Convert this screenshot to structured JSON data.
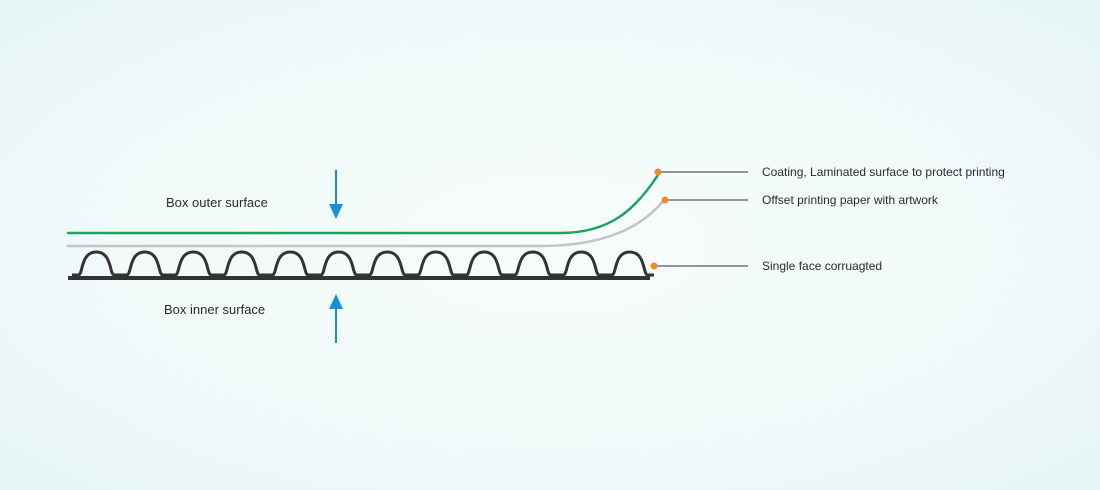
{
  "labels": {
    "outer": "Box outer surface",
    "inner": "Box inner surface"
  },
  "callouts": [
    {
      "id": "coating",
      "text": "Coating, Laminated surface to protect printing"
    },
    {
      "id": "offset",
      "text": "Offset printing paper with artwork"
    },
    {
      "id": "corrugated",
      "text": "Single face corruagted"
    }
  ],
  "colors": {
    "coating_line": "#18a65a",
    "offset_line": "#c4c4c4",
    "corrugated": "#333333",
    "arrow": "#1591d6",
    "marker": "#f08a2e",
    "leader": "#333333"
  },
  "icons": {
    "down_arrow": "down-arrow-icon",
    "up_arrow": "up-arrow-icon"
  }
}
